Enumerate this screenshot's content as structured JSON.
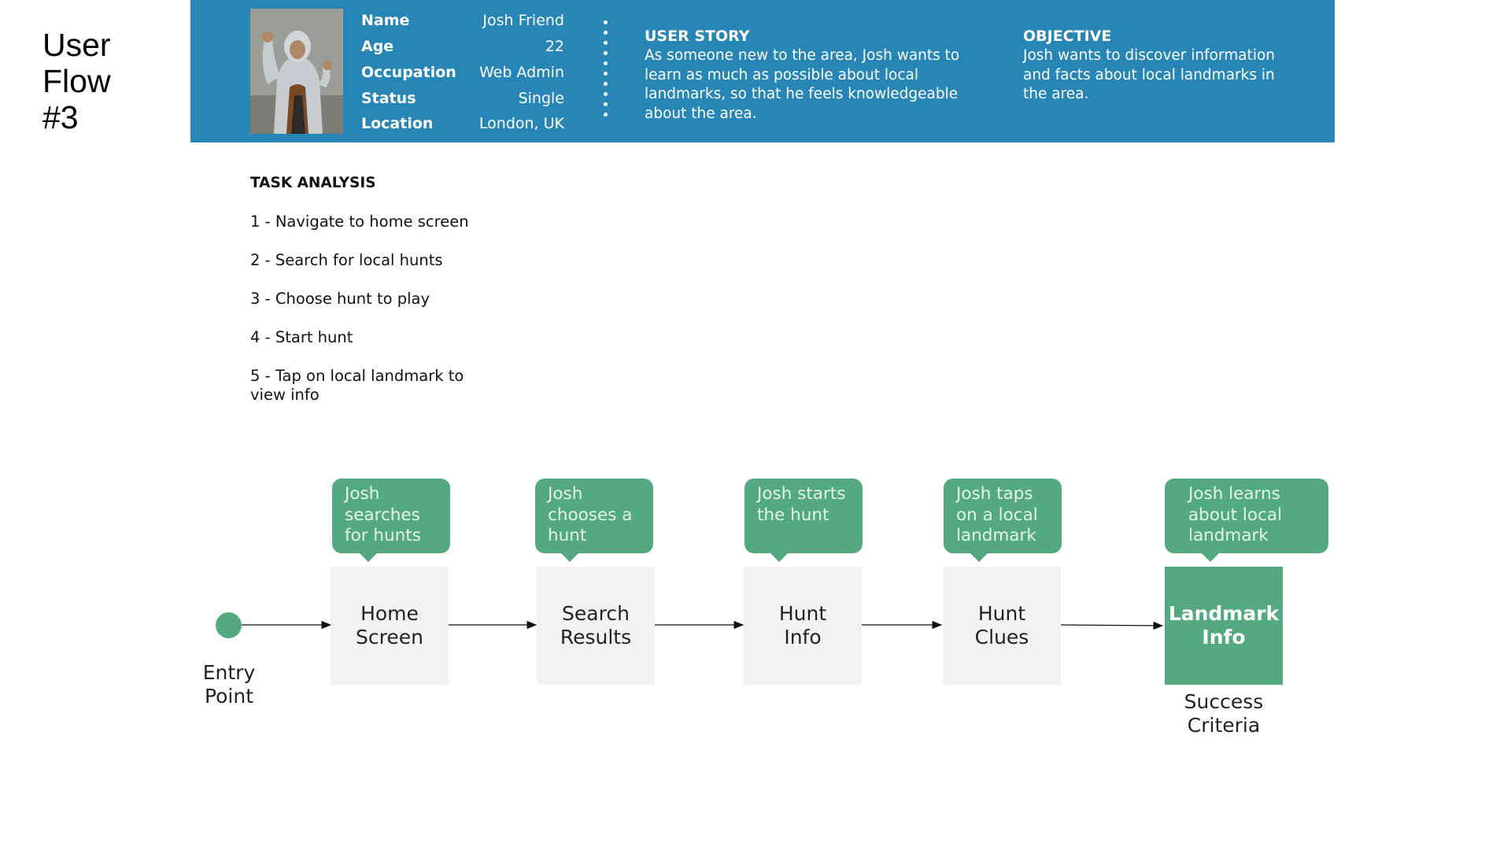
{
  "title": {
    "line1": "User",
    "line2": "Flow",
    "line3": "#3"
  },
  "persona": {
    "profile": [
      {
        "label": "Name",
        "value": "Josh Friend"
      },
      {
        "label": "Age",
        "value": "22"
      },
      {
        "label": "Occupation",
        "value": "Web Admin"
      },
      {
        "label": "Status",
        "value": "Single"
      },
      {
        "label": "Location",
        "value": "London, UK"
      }
    ],
    "user_story": {
      "heading": "USER STORY",
      "text": "As someone new to the area, Josh wants to learn as much as possible about local landmarks, so that he feels knowledgeable about the area."
    },
    "objective": {
      "heading": "OBJECTIVE",
      "text": "Josh wants to discover information and facts about local landmarks in the area."
    },
    "accent_color": "#2786b6"
  },
  "task_analysis": {
    "heading": "TASK ANALYSIS",
    "items": [
      "1 - Navigate to home screen",
      "2 - Search for local hunts",
      "3 - Choose hunt to play",
      "4 - Start hunt",
      "5 - Tap on local landmark to view info"
    ]
  },
  "flow": {
    "entry": {
      "line1": "Entry",
      "line2": "Point"
    },
    "steps": [
      {
        "line1": "Home",
        "line2": "Screen",
        "note": "Josh searches for hunts"
      },
      {
        "line1": "Search",
        "line2": "Results",
        "note": "Josh chooses a hunt"
      },
      {
        "line1": "Hunt",
        "line2": "Info",
        "note": "Josh starts the hunt"
      },
      {
        "line1": "Hunt",
        "line2": "Clues",
        "note": "Josh taps on a local landmark"
      },
      {
        "line1": "Landmark",
        "line2": "Info",
        "note": "Josh learns about local landmark"
      }
    ],
    "success": {
      "line1": "Success",
      "line2": "Criteria"
    },
    "colors": {
      "green": "#53aa80",
      "box": "#f2f2f2"
    }
  }
}
